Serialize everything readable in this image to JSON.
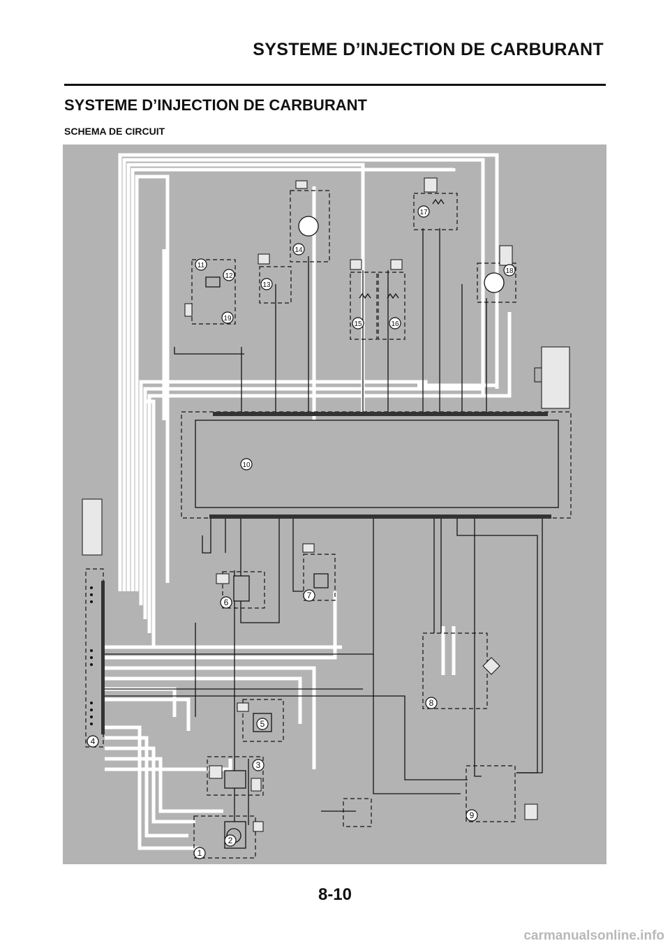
{
  "header": {
    "title": "SYSTEME D’INJECTION DE CARBURANT"
  },
  "section": {
    "title": "SYSTEME D’INJECTION DE CARBURANT",
    "subtitle": "SCHEMA DE CIRCUIT"
  },
  "diagram": {
    "component_numbers": [
      "1",
      "2",
      "3",
      "4",
      "5",
      "6",
      "7",
      "8",
      "9",
      "10",
      "11",
      "12",
      "13",
      "14",
      "15",
      "16",
      "17",
      "18",
      "19"
    ]
  },
  "footer": {
    "page_number": "8-10"
  },
  "watermark": {
    "text": "carmanualsonline.info"
  },
  "colors": {
    "background": "#b3b3b3",
    "wire": "#ffffff",
    "line": "#111111"
  }
}
